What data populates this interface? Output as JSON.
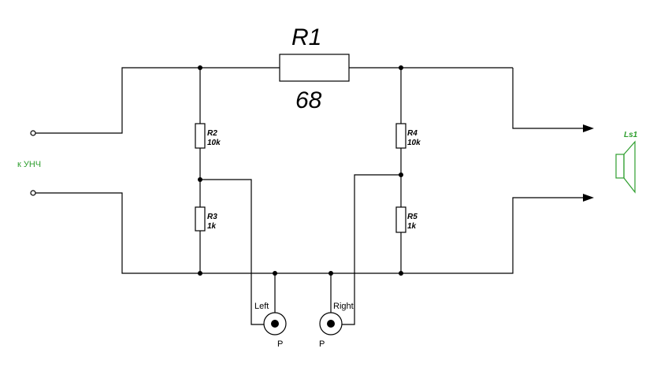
{
  "colors": {
    "wire": "#000000",
    "speaker": "#2e9e2e"
  },
  "input_label": "к УНЧ",
  "speaker": {
    "ref": "Ls1",
    "icon": "speaker-icon"
  },
  "resistors": {
    "r1": {
      "ref": "R1",
      "value": "68"
    },
    "r2": {
      "ref": "R2",
      "value": "10k"
    },
    "r3": {
      "ref": "R3",
      "value": "1k"
    },
    "r4": {
      "ref": "R4",
      "value": "10k"
    },
    "r5": {
      "ref": "R5",
      "value": "1k"
    }
  },
  "jacks": {
    "left": {
      "name": "Left",
      "ref": "P"
    },
    "right": {
      "name": "Right",
      "ref": "P"
    }
  }
}
